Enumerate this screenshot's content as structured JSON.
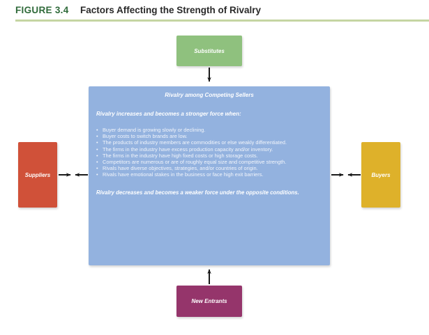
{
  "figure": {
    "number": "FIGURE 3.4",
    "title": "Factors Affecting the Strength of Rivalry"
  },
  "colors": {
    "substitutes": "#8fc17e",
    "suppliers": "#d05139",
    "buyers": "#deb12a",
    "new_entrants": "#95356b",
    "rivalry": "#93b2df",
    "rule": "#c5d5a2",
    "figure_number": "#2f6a3a",
    "arrow": "#1a1a1a"
  },
  "nodes": {
    "substitutes": "Substitutes",
    "suppliers": "Suppliers",
    "buyers": "Buyers",
    "new_entrants": "New Entrants"
  },
  "rivalry": {
    "title": "Rivalry among Competing Sellers",
    "increases_heading": "Rivalry increases and becomes a stronger force when:",
    "bullet_glyph": "•",
    "conditions": [
      "Buyer demand is growing slowly or declining.",
      "Buyer costs to switch brands are low.",
      "The products of industry members are commodities or else weakly differentiated.",
      "The firms in the industry have excess production capacity and/or inventory.",
      "The firms in the industry have high fixed costs or high storage costs.",
      "Competitors are numerous or are of roughly equal size and competitive strength.",
      "Rivals have diverse objectives, strategies, and/or countries of origin.",
      "Rivals have emotional stakes in the business or face high exit barriers."
    ],
    "decreases_note": "Rivalry decreases and becomes a weaker force under the opposite conditions."
  },
  "edges": [
    {
      "from": "substitutes",
      "to": "rivalry"
    },
    {
      "from": "new_entrants",
      "to": "rivalry"
    },
    {
      "from": "suppliers",
      "to": "rivalry",
      "bidirectional_pair": true
    },
    {
      "from": "buyers",
      "to": "rivalry",
      "bidirectional_pair": true
    }
  ]
}
